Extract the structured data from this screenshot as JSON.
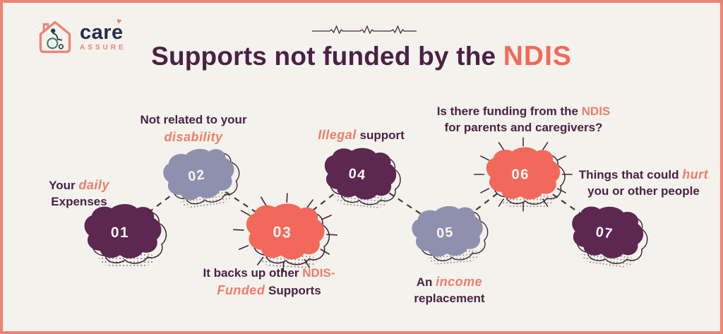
{
  "brand": {
    "name": "care",
    "tagline": "ASSURE",
    "heart_glyph": "♥",
    "house_icon": "house-with-wheelchair-person"
  },
  "header": {
    "decoration_icon": "heartbeat-line",
    "title_main": "Supports not funded by the ",
    "title_accent": "NDIS"
  },
  "steps": [
    {
      "number": "01",
      "blob_color": "#5c2750",
      "lines": [
        [
          {
            "t": "Your ",
            "a": false
          },
          {
            "t": "daily",
            "a": true
          }
        ],
        [
          {
            "t": "Expenses",
            "a": false
          }
        ]
      ]
    },
    {
      "number": "02",
      "blob_color": "#8f8fae",
      "lines": [
        [
          {
            "t": "Not related to your",
            "a": false
          }
        ],
        [
          {
            "t": "disability",
            "a": true
          }
        ]
      ]
    },
    {
      "number": "03",
      "blob_color": "#f2695c",
      "lines": [
        [
          {
            "t": "It backs up other ",
            "a": false
          },
          {
            "t": "NDIS-",
            "a": true
          }
        ],
        [
          {
            "t": "Funded",
            "a": true
          },
          {
            "t": " Supports",
            "a": false
          }
        ]
      ]
    },
    {
      "number": "04",
      "blob_color": "#5c2750",
      "lines": [
        [
          {
            "t": "Illegal",
            "a": true
          },
          {
            "t": " support",
            "a": false
          }
        ]
      ]
    },
    {
      "number": "05",
      "blob_color": "#8f8fae",
      "lines": [
        [
          {
            "t": "An ",
            "a": false
          },
          {
            "t": "income",
            "a": true
          }
        ],
        [
          {
            "t": "replacement",
            "a": false
          }
        ]
      ]
    },
    {
      "number": "06",
      "blob_color": "#f2695c",
      "lines": [
        [
          {
            "t": "Is there funding from the ",
            "a": false
          },
          {
            "t": "NDIS",
            "a": true
          }
        ],
        [
          {
            "t": "for parents and caregivers?",
            "a": false
          }
        ]
      ]
    },
    {
      "number": "07",
      "blob_color": "#5c2750",
      "lines": [
        [
          {
            "t": "Things that could ",
            "a": false
          },
          {
            "t": "hurt",
            "a": true
          }
        ],
        [
          {
            "t": "you or other people",
            "a": false
          }
        ]
      ]
    }
  ],
  "colors": {
    "background": "#f4f2ec",
    "border": "#ee8478",
    "heading_text": "#4a2145",
    "accent_coral": "#f2695c",
    "accent_text": "#ef7d6c",
    "blob_plum": "#5c2750",
    "blob_lavender": "#8f8fae",
    "blob_coral": "#f2695c",
    "number_text": "#fff6f2",
    "dashed_line": "#423a40",
    "brand_navy": "#272c4e"
  }
}
